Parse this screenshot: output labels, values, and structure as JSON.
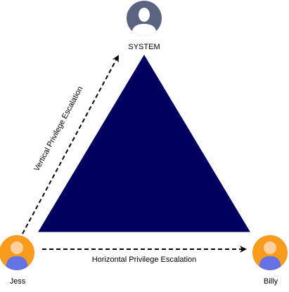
{
  "nodes": {
    "system": {
      "label": "SYSTEM",
      "icon": "admin-user-icon"
    },
    "jess": {
      "label": "Jess",
      "icon": "user-avatar-icon"
    },
    "billy": {
      "label": "Billy",
      "icon": "user-avatar-icon"
    }
  },
  "edges": {
    "vertical": {
      "label": "Vertical Privilege Escalation"
    },
    "horizontal": {
      "label": "Horizontal Privilege Escalation"
    }
  },
  "colors": {
    "triangle": "#00005e",
    "admin_circle": "#5a6481",
    "avatar_orange": "#f99b1c",
    "avatar_skin": "#ffd1a1",
    "avatar_body": "#6472e6"
  }
}
